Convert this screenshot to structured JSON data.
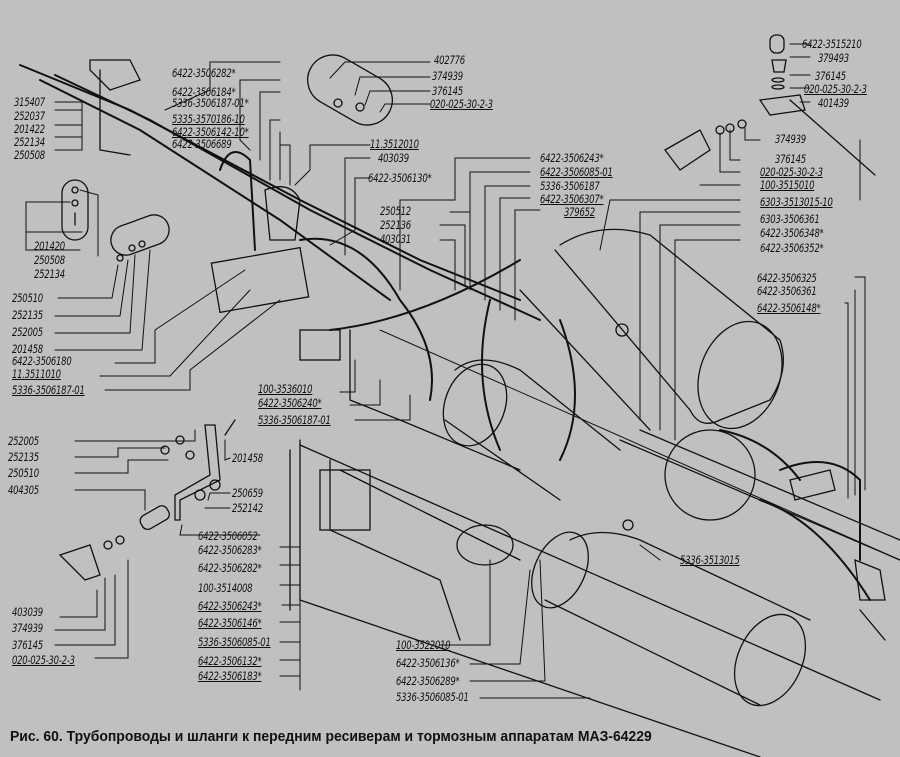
{
  "caption": "Рис. 60. Трубопроводы и шланги к передним ресиверам и тормозным аппаратам МАЗ-64229",
  "labels": {
    "left_top": [
      "315407",
      "252037",
      "201422",
      "252134",
      "250508"
    ],
    "left_oval": [
      "201420",
      "250508",
      "252134"
    ],
    "left_mid": [
      "250510",
      "252135",
      "252005",
      "201458",
      "6422-3506180",
      "11.3511010",
      "5336-3506187-01"
    ],
    "left_bracket": [
      "252005",
      "252135",
      "250510",
      "404305"
    ],
    "left_bottom": [
      "403039",
      "374939",
      "376145",
      "020-025-30-2-3"
    ],
    "bracket_right": [
      "201458",
      "250659",
      "252142"
    ],
    "center_bottom_list": [
      "6422-3506052",
      "6422-3506283*",
      "6422-3506282*",
      "100-3514008",
      "6422-3506243*",
      "6422-3506146*",
      "5336-3506085-01",
      "6422-3506132*",
      "6422-3506183*"
    ],
    "bottom_center": [
      "100-3522010",
      "6422-3506136*",
      "6422-3506289*",
      "5336-3506085-01"
    ],
    "top_center_left": [
      "6422-3506282*",
      "6422-3506184*",
      "5336-3506187-01*",
      "5335-3570186-10",
      "6422-3506142-10*",
      "6422-3506689"
    ],
    "top_oval": [
      "402776",
      "374939",
      "376145",
      "020-025-30-2-3"
    ],
    "center_mid": [
      "11.3512010",
      "403039",
      "6422-3506130*"
    ],
    "center_nuts": [
      "250512",
      "252136",
      "403031"
    ],
    "center_list": [
      "6422-3506243*",
      "6422-3506085-01",
      "5336-3506187",
      "6422-3506307*",
      "379652"
    ],
    "mid_valve": [
      "100-3536010",
      "6422-3506240*",
      "5336-3506187-01"
    ],
    "top_right": [
      "6422-3515210",
      "379493",
      "376145",
      "020-025-30-2-3",
      "401439"
    ],
    "right_list": [
      "374939",
      "376145",
      "020-025-30-2-3",
      "100-3515010",
      "6303-3513015-10",
      "6303-3506361",
      "6422-3506348*",
      "6422-3506352*"
    ],
    "right_mid": [
      "6422-3506325",
      "6422-3506361",
      "6422-3506148*"
    ],
    "receiver": [
      "5336-3513015"
    ]
  }
}
